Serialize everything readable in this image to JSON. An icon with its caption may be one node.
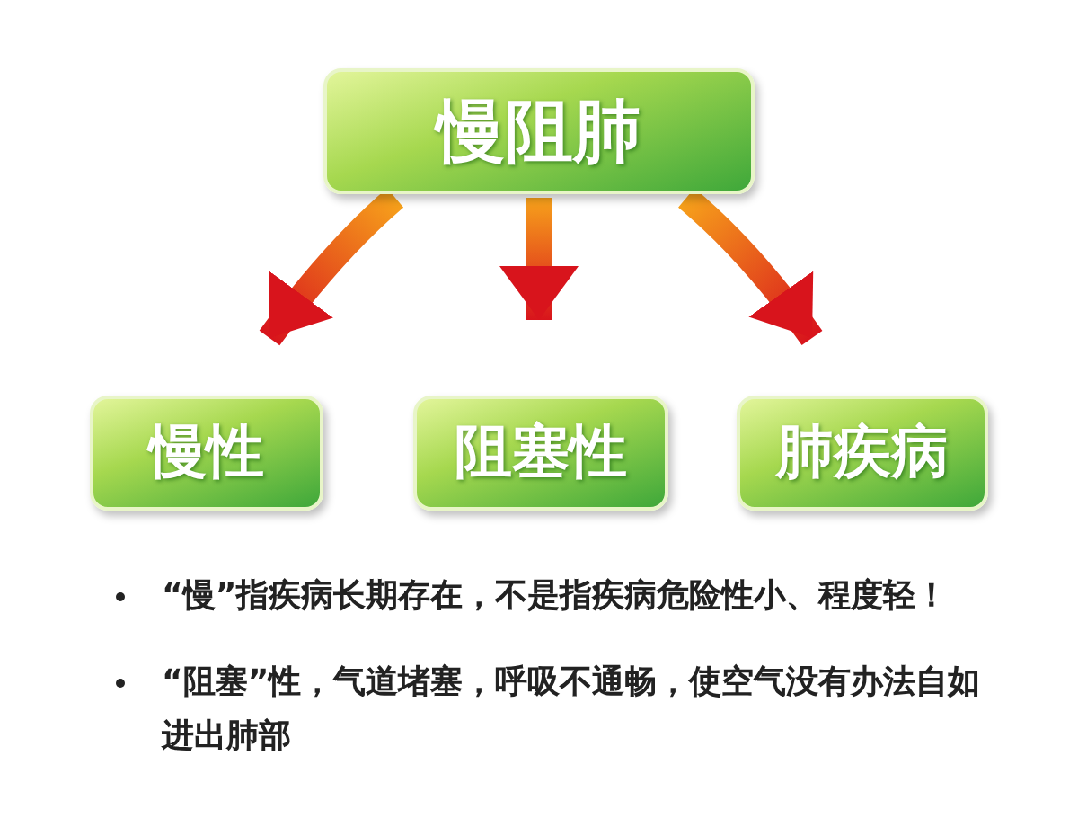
{
  "diagram": {
    "nodes": [
      {
        "text": [
          "慢阻肺"
        ]
      },
      {
        "text": [
          "慢性"
        ]
      },
      {
        "text": [
          "阻塞性"
        ]
      },
      {
        "text": [
          "肺疾病"
        ]
      }
    ],
    "edges": [
      {
        "from": 0,
        "to": 1,
        "arrow": "to"
      },
      {
        "from": 0,
        "to": 2,
        "arrow": "to"
      },
      {
        "from": 0,
        "to": 3,
        "arrow": "to"
      }
    ],
    "labels": [
      "“慢”指疾病长期存在，不是指疾病危险性小、程度轻！",
      "“阻塞”性，气道堵塞，呼吸不通畅，使空气没有办法自如进出肺部"
    ]
  }
}
